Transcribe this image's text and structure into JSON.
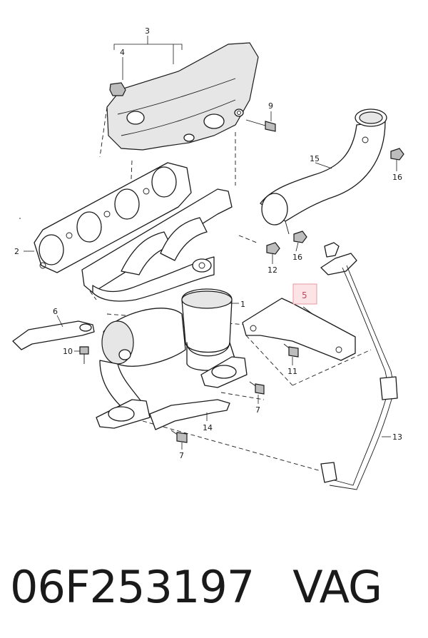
{
  "diagram": {
    "callouts": [
      "3",
      "4",
      "9",
      "15",
      "16",
      "16",
      "2",
      "12",
      "1",
      "5",
      "6",
      "10",
      "11",
      "7",
      "7",
      "14",
      "13"
    ],
    "highlight_label": "5",
    "highlight_color": "#e79aa6"
  },
  "caption": {
    "part_number": "06F253197",
    "brand": "VAG"
  }
}
